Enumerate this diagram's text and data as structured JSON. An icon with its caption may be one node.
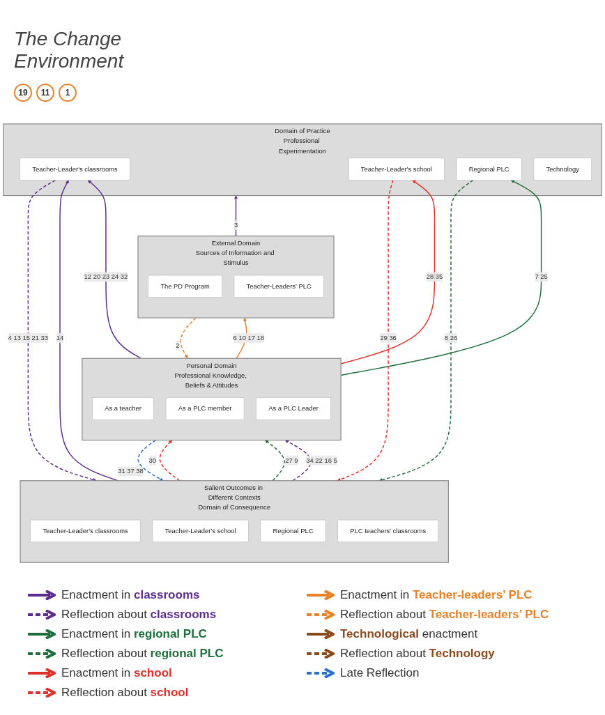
{
  "diagram": {
    "title": "The Change Environment",
    "nodes": [
      {
        "text": [
          "External Domain",
          "Sources of Information and Stimulus"
        ]
      },
      {
        "text": [
          "The PD Program"
        ],
        "in": 0
      },
      {
        "text": [
          "Teacher-Leaders' PLC"
        ],
        "in": 0
      },
      {
        "text": [
          "Personal Domain",
          "Professional Knowledge, Beliefs & Attitudes"
        ]
      },
      {
        "text": [
          "As a teacher"
        ],
        "in": 3
      },
      {
        "text": [
          "As a PLC member"
        ],
        "in": 3
      },
      {
        "text": [
          "As a PLC Leader"
        ],
        "in": 3
      },
      {
        "text": [
          "Domain of Practice",
          "Professional Experimentation"
        ]
      },
      {
        "text": [
          "Teacher-Leader's classrooms"
        ],
        "in": 7
      },
      {
        "text": [
          "Teacher-Leader's school"
        ],
        "in": 7
      },
      {
        "text": [
          "Regional PLC"
        ],
        "in": 7
      },
      {
        "text": [
          "Technology"
        ],
        "in": 7
      },
      {
        "text": [
          "Salient Outcomes in Different Contexts",
          "Domain of Consequence"
        ]
      },
      {
        "text": [
          "Teacher-Leader's classrooms"
        ],
        "in": 12
      },
      {
        "text": [
          "Teacher-Leader's school"
        ],
        "in": 12
      },
      {
        "text": [
          "Regional PLC"
        ],
        "in": 12
      },
      {
        "text": [
          "PLC teachers' classrooms"
        ],
        "in": 12
      }
    ],
    "edges": [
      {
        "from": 0,
        "to": 7,
        "arrow": "to",
        "label": "3",
        "color": "#5b2d8e"
      },
      {
        "from": 0,
        "to": 3,
        "arrow": "to",
        "label": "2",
        "style": "dashed",
        "color": "#e8822a"
      },
      {
        "from": 3,
        "to": 0,
        "arrow": "to",
        "label": "6 10 17 18",
        "color": "#e8822a"
      },
      {
        "from": 3,
        "to": 8,
        "arrow": "to",
        "label": "12 20 23 24 32",
        "color": "#5b2d8e"
      },
      {
        "from": 3,
        "to": 9,
        "arrow": "to",
        "label": "28 35",
        "color": "#e0302a"
      },
      {
        "from": 3,
        "to": 10,
        "arrow": "to",
        "label": "7 25",
        "color": "#1d6e3c"
      },
      {
        "from": 12,
        "to": 3,
        "arrow": "to",
        "label": "34 22 16 5",
        "style": "dashed",
        "color": "#5b2d8e"
      },
      {
        "from": 12,
        "to": 3,
        "arrow": "to",
        "label": "27 9",
        "style": "dashed",
        "color": "#1d6e3c"
      },
      {
        "from": 12,
        "to": 3,
        "arrow": "to",
        "label": "30",
        "style": "dashed",
        "color": "#e0302a"
      },
      {
        "from": 3,
        "to": 12,
        "arrow": "to",
        "label": "31 37 38",
        "style": "dashed",
        "color": "#2a73c2"
      },
      {
        "from": 8,
        "to": 12,
        "arrow": "to",
        "label": "4 13 15 21 33",
        "style": "dashed",
        "color": "#5b2d8e"
      },
      {
        "from": 12,
        "to": 8,
        "arrow": "to",
        "label": "14",
        "color": "#5b2d8e"
      },
      {
        "from": 9,
        "to": 12,
        "arrow": "to",
        "label": "29 36",
        "style": "dashed",
        "color": "#e0302a"
      },
      {
        "from": 10,
        "to": 12,
        "arrow": "to",
        "label": "8 26",
        "style": "dashed",
        "color": "#1d6e3c"
      }
    ],
    "labels": [
      "19",
      "11",
      "1"
    ],
    "legend": [
      {
        "text": "Enactment in **classrooms**"
      },
      {
        "text": "Reflection about **classrooms**"
      },
      {
        "text": "Enactment in **regional PLC**"
      },
      {
        "text": "Reflection about **regional PLC**"
      },
      {
        "text": "Enactment in **school**"
      },
      {
        "text": "Reflection about **school**"
      },
      {
        "text": "Enactment in **Teacher-leaders’ PLC**"
      },
      {
        "text": "Reflection about **Teacher-leaders’ PLC**"
      },
      {
        "text": "**Technological** enactment"
      },
      {
        "text": "Reflection about **Technology**"
      },
      {
        "text": "Late Reflection"
      }
    ]
  }
}
